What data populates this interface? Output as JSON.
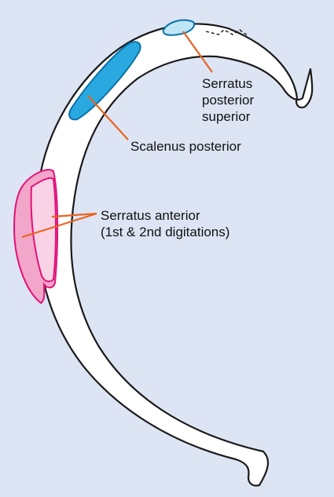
{
  "labels": {
    "serratus_posterior_superior": [
      "Serratus",
      "posterior",
      "superior"
    ],
    "scalenus_posterior": "Scalenus posterior",
    "serratus_anterior": [
      "Serratus anterior",
      "(1st & 2nd digitations)"
    ]
  },
  "colors": {
    "background": "#dde4f3",
    "rib_fill": "#ffffff",
    "outline": "#1a1a1a",
    "leader_line": "#e8641e",
    "blue_fill": "#29a9df",
    "blue_outline": "#0a72a8",
    "light_blue_fill": "#bfe6f7",
    "pink_fill": "#f2a6c9",
    "pink_light_fill": "#f9d3e5",
    "pink_outline": "#e3127a"
  }
}
